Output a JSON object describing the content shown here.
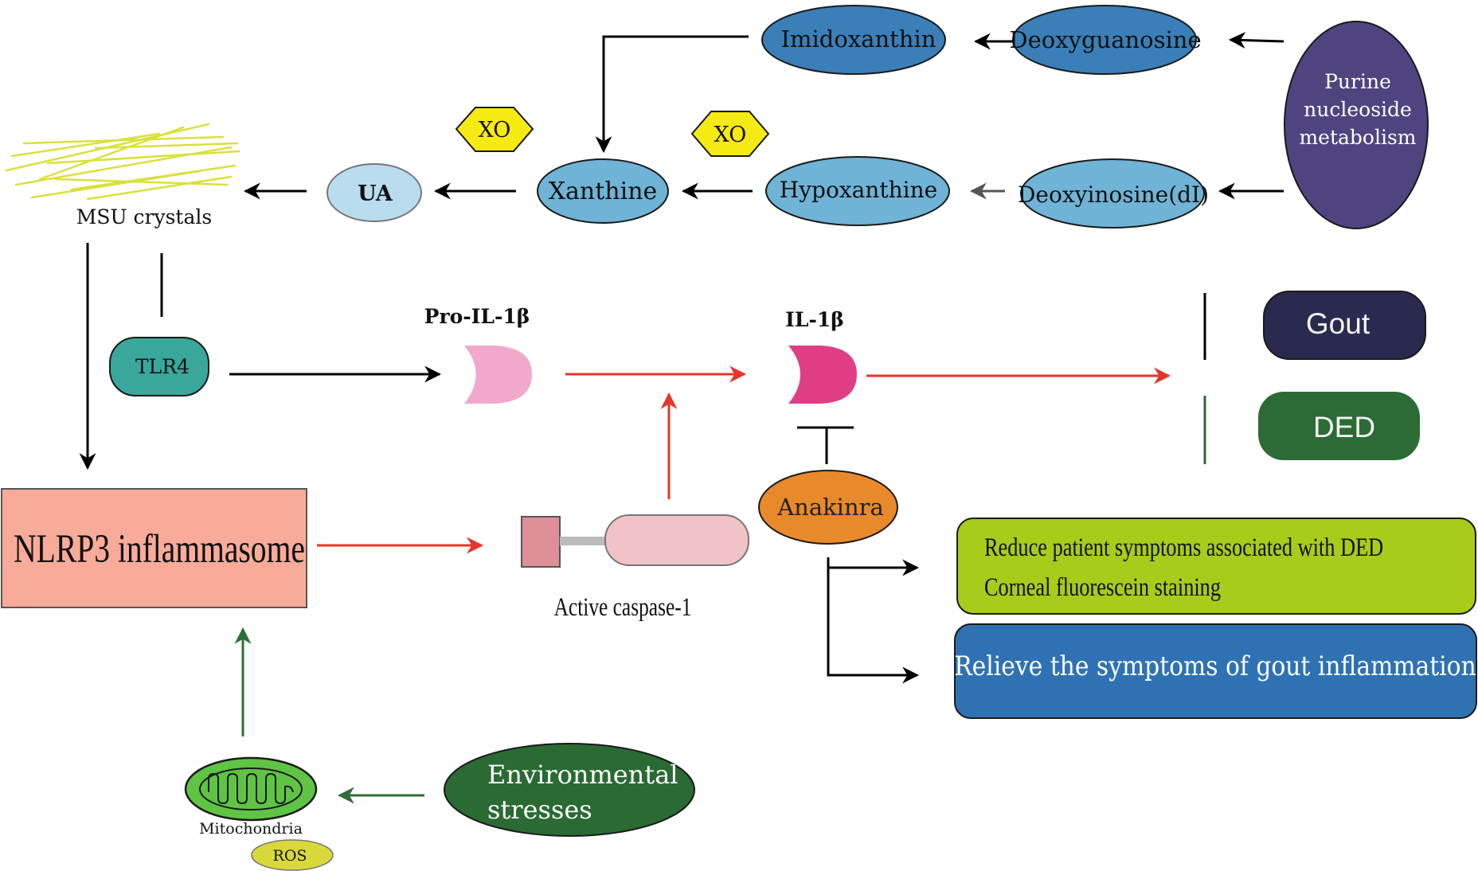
{
  "nodes": {
    "imidoxanthin": "Imidoxanthin",
    "deoxyguanosine": "Deoxyguanosine",
    "purine": [
      "Purine",
      "nucleoside",
      "metabolism"
    ],
    "xo_1": "XO",
    "xo_2": "XO",
    "xanthine": "Xanthine",
    "hypoxanthine": "Hypoxanthine",
    "deoxyinosine": "Deoxyinosine(dI)",
    "ua": "UA",
    "msu": "MSU crystals",
    "tlr4": "TLR4",
    "pro_il1b": "Pro-IL-1β",
    "il1b": "IL-1β",
    "gout": "Gout",
    "ded": "DED",
    "nlrp3": "NLRP3 inflammasome",
    "caspase": "Active caspase-1",
    "anakinra": "Anakinra",
    "effect_ded": [
      "Reduce patient symptoms associated with DED",
      "Corneal fluorescein staining"
    ],
    "effect_gout": "Relieve the symptoms of gout inflammation",
    "mitochondria": "Mitochondria",
    "ros": "ROS",
    "env_stress": [
      "Environmental",
      "stresses"
    ]
  },
  "colors": {
    "dark_blue": "#3a7fb8",
    "mid_blue": "#6fb3d6",
    "light_blue": "#b9dcef",
    "purple": "#4f4480",
    "xo_yellow": "#f6ea13",
    "teal": "#3aa79c",
    "pink_light": "#f2a8cc",
    "pink_dark": "#df3e85",
    "gout_navy": "#2a2a50",
    "ded_green": "#2c6b35",
    "salmon": "#f8ab98",
    "caspase_pink": "#f1c2c6",
    "caspase_square": "#de8f98",
    "orange": "#e8892b",
    "lime": "#a7cc1a",
    "effect_blue": "#2f72b4",
    "env_green": "#2a6a33",
    "mito_green": "#5fc444",
    "ros_yellow": "#d9d83b",
    "arrow_red": "#e5352a",
    "arrow_green": "#2e6e37",
    "crystal": "#d9e13c"
  }
}
